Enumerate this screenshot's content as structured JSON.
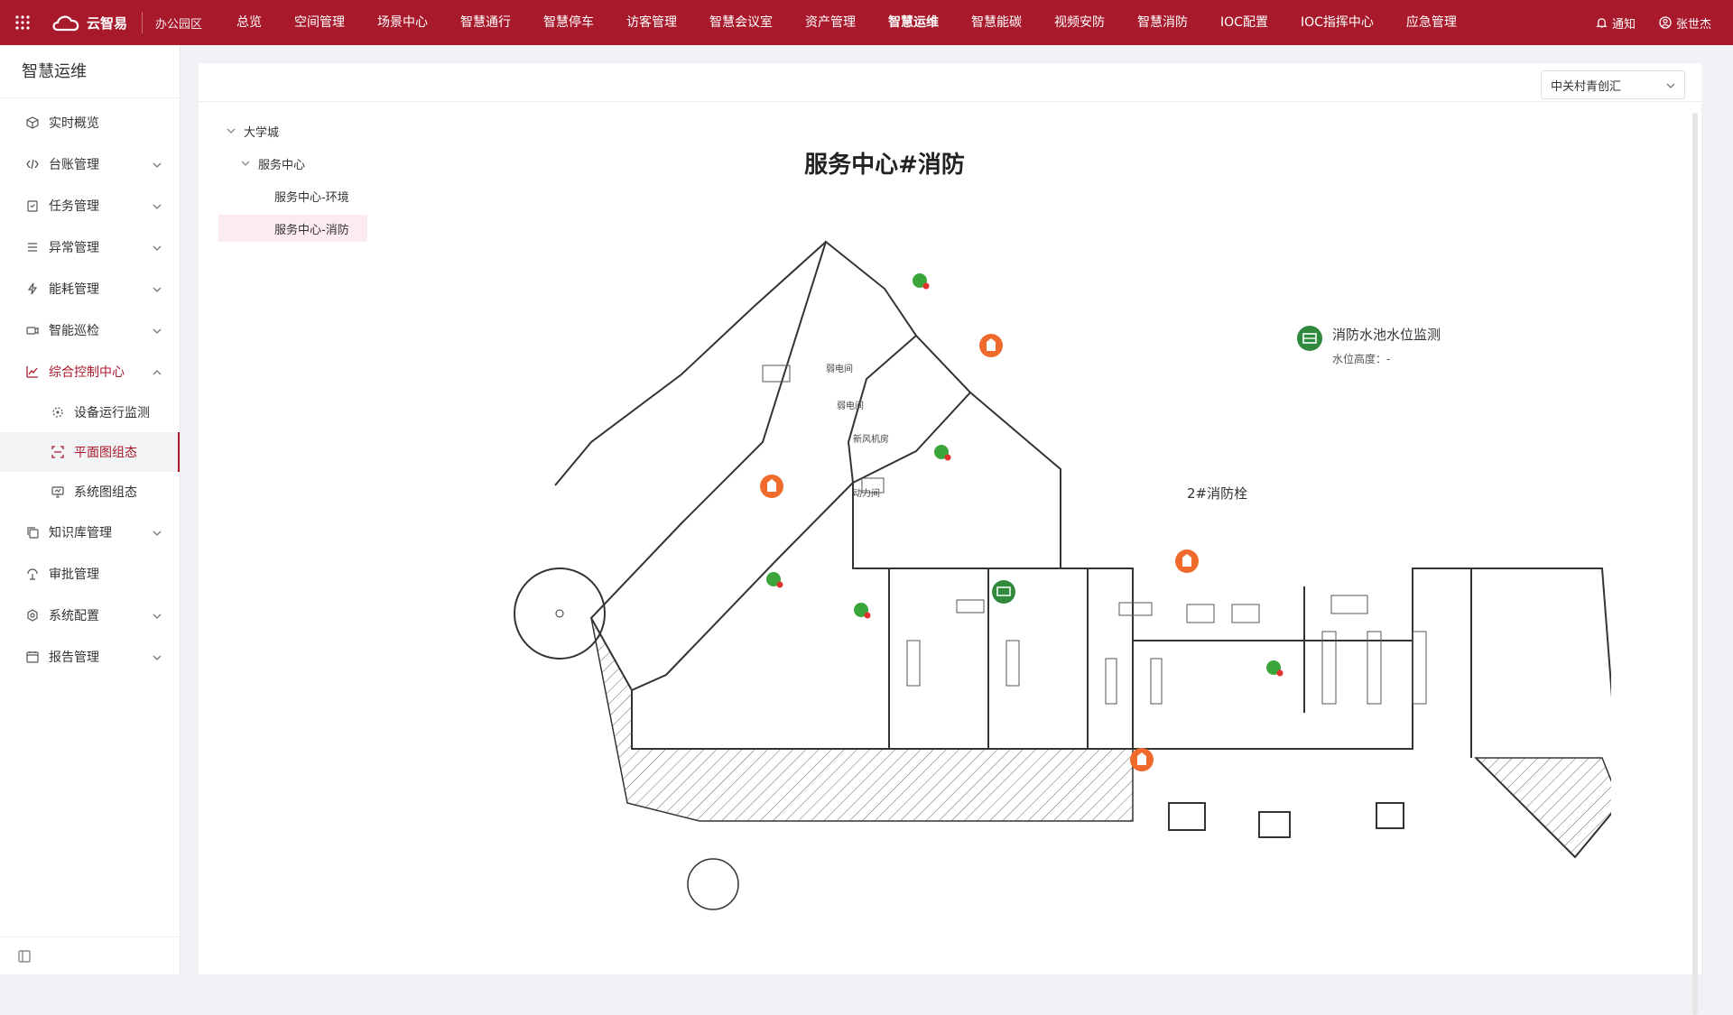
{
  "app": {
    "logo_text": "云智易",
    "area": "办公园区"
  },
  "nav": {
    "items": [
      "总览",
      "空间管理",
      "场景中心",
      "智慧通行",
      "智慧停车",
      "访客管理",
      "智慧会议室",
      "资产管理",
      "智慧运维",
      "智慧能碳",
      "视频安防",
      "智慧消防",
      "IOC配置",
      "IOC指挥中心",
      "应急管理"
    ],
    "active": "智慧运维"
  },
  "top_right": {
    "notify": "通知",
    "user": "张世杰"
  },
  "sidebar": {
    "title": "智慧运维",
    "items": [
      {
        "label": "实时概览",
        "icon": "cube-icon"
      },
      {
        "label": "台账管理",
        "icon": "code-icon"
      },
      {
        "label": "任务管理",
        "icon": "clipboard-icon"
      },
      {
        "label": "异常管理",
        "icon": "list-icon"
      },
      {
        "label": "能耗管理",
        "icon": "bolt-icon"
      },
      {
        "label": "智能巡检",
        "icon": "camera-icon"
      },
      {
        "label": "综合控制中心",
        "icon": "chart-icon"
      },
      {
        "label": "设备运行监测",
        "icon": "monitor-icon"
      },
      {
        "label": "平面图组态",
        "icon": "scan-icon"
      },
      {
        "label": "系统图组态",
        "icon": "screen-icon"
      },
      {
        "label": "知识库管理",
        "icon": "copy-icon"
      },
      {
        "label": "审批管理",
        "icon": "stamp-icon"
      },
      {
        "label": "系统配置",
        "icon": "settings-icon"
      },
      {
        "label": "报告管理",
        "icon": "calendar-icon"
      }
    ]
  },
  "main": {
    "site_select": "中关村青创汇",
    "tree": [
      "大学城",
      "服务中心",
      "服务中心-环境",
      "服务中心-消防"
    ],
    "plan_title": "服务中心#消防",
    "monitor": {
      "title": "消防水池水位监测",
      "label": "水位高度：",
      "value": "-"
    },
    "hydrant_label": "2#消防栓"
  },
  "colors": {
    "brand": "#a8192b",
    "alarm": "#f06a2b",
    "ok": "#3aa63a"
  }
}
